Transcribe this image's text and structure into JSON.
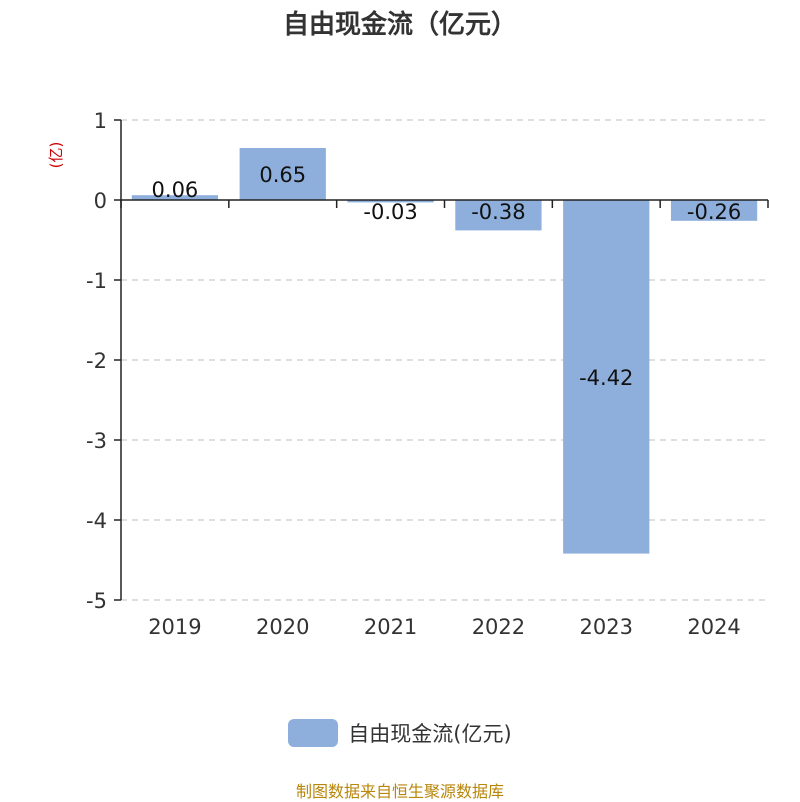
{
  "chart_data": {
    "type": "bar",
    "title": "自由现金流（亿元）",
    "ylabel": "(亿)",
    "categories": [
      "2019",
      "2020",
      "2021",
      "2022",
      "2023",
      "2024"
    ],
    "series": [
      {
        "name": "自由现金流(亿元)",
        "values": [
          0.06,
          0.65,
          -0.03,
          -0.38,
          -4.42,
          -0.26
        ]
      }
    ],
    "data_labels": [
      "0.06",
      "0.65",
      "-0.03",
      "-0.38",
      "-4.42",
      "-0.26"
    ],
    "ylim": [
      -5,
      1
    ],
    "yticks": [
      1,
      0,
      -1,
      -2,
      -3,
      -4,
      -5
    ],
    "grid": true,
    "legend_position": "bottom-center",
    "bar_color": "#8eafdc",
    "label_color": "#111111"
  },
  "source_note": "制图数据来自恒生聚源数据库"
}
